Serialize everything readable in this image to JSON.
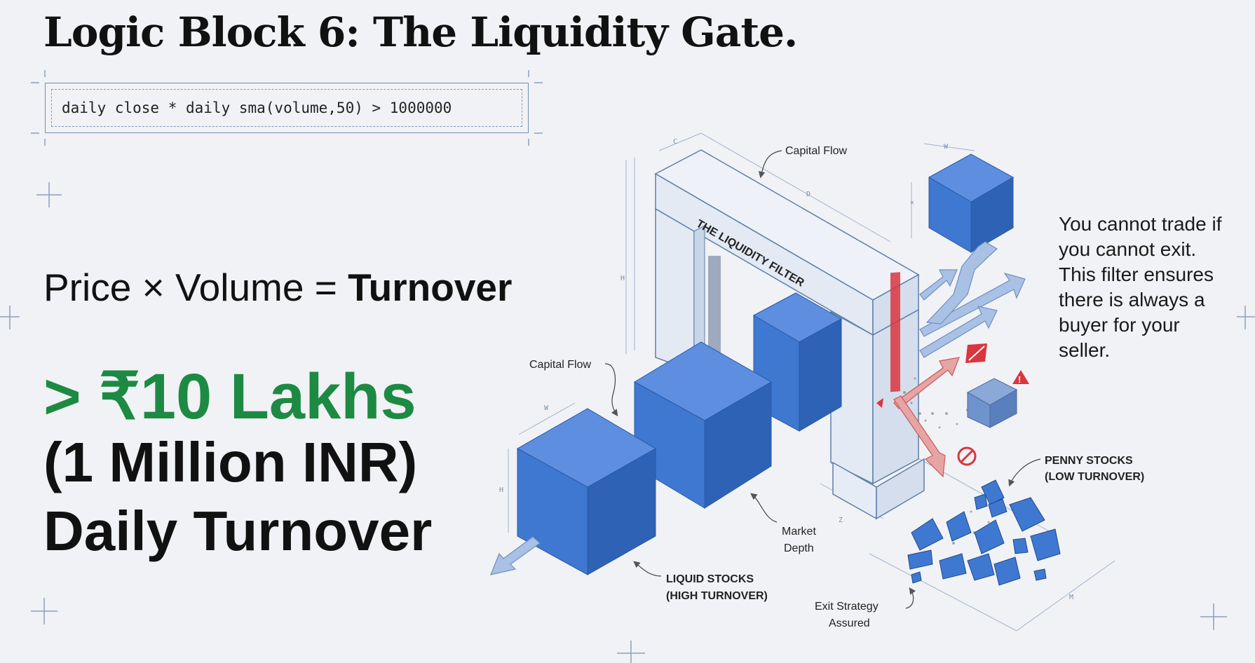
{
  "title": "Logic Block 6: The Liquidity Gate.",
  "code": "daily close * daily sma(volume,50) > 1000000",
  "formula": {
    "lhs": "Price × Volume = ",
    "rhs": "Turnover"
  },
  "threshold": {
    "amount": "> ₹10 Lakhs",
    "line2": "(1 Million INR)",
    "line3": "Daily Turnover"
  },
  "side_note": "You cannot trade if you cannot exit. This filter ensures there is always a buyer for your seller.",
  "diagram": {
    "gate_label": "THE LIQUIDITY FILTER",
    "capital_flow_top": "Capital Flow",
    "capital_flow_left": "Capital Flow",
    "market_depth": [
      "Market",
      "Depth"
    ],
    "liquid_stocks": [
      "LIQUID STOCKS",
      "(HIGH TURNOVER)"
    ],
    "penny_stocks": [
      "PENNY STOCKS",
      "(LOW TURNOVER)"
    ],
    "exit_strategy": [
      "Exit Strategy",
      "Assured"
    ]
  },
  "colors": {
    "accent_green": "#1d8a43",
    "cube_blue": "#3f78d0",
    "warning_red": "#d9363e",
    "blueprint_line": "#6f8fb7"
  }
}
